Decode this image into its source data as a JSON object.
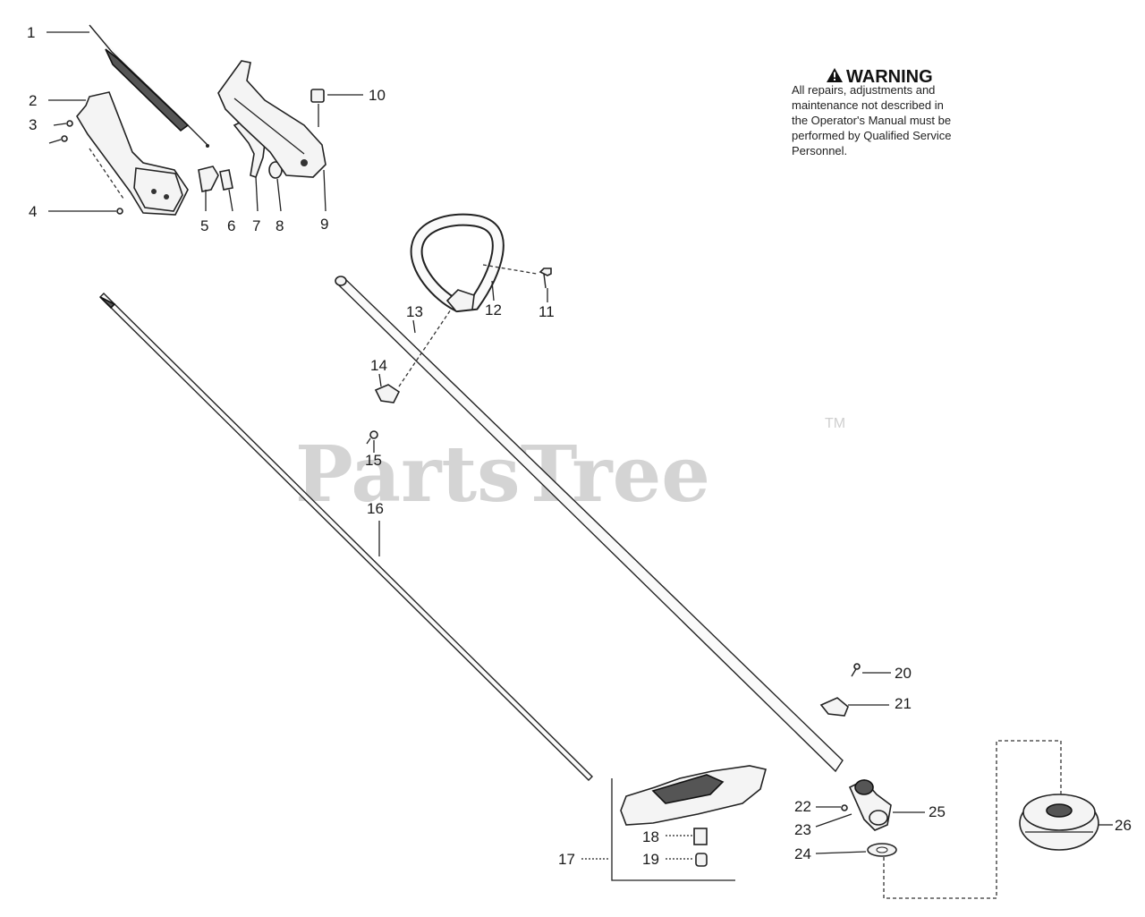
{
  "watermark": {
    "text": "PartsTree",
    "tm": "TM"
  },
  "warning": {
    "title": "WARNING",
    "lines": [
      "All repairs, adjustments and",
      "maintenance not described in",
      "the Operator's Manual must be",
      "performed by Qualified Service",
      "Personnel."
    ]
  },
  "callouts": {
    "c1": "1",
    "c2": "2",
    "c3": "3",
    "c4": "4",
    "c5": "5",
    "c6": "6",
    "c7": "7",
    "c8": "8",
    "c9": "9",
    "c10": "10",
    "c11": "11",
    "c12": "12",
    "c13": "13",
    "c14": "14",
    "c15": "15",
    "c16": "16",
    "c17": "17",
    "c18": "18",
    "c19": "19",
    "c20": "20",
    "c21": "21",
    "c22": "22",
    "c23": "23",
    "c24": "24",
    "c25": "25",
    "c26": "26"
  }
}
